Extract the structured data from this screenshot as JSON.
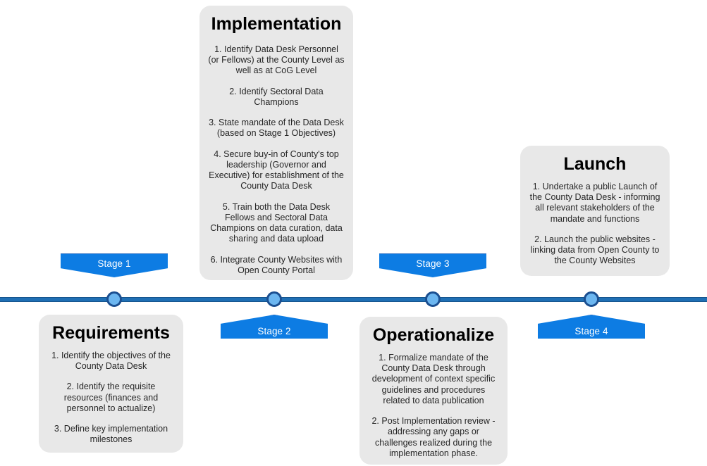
{
  "diagram": {
    "type": "roadmap-timeline",
    "orientation": "horizontal",
    "colors": {
      "axis": "#1f6fb4",
      "banner": "#0d7ce3",
      "banner_text": "#ffffff",
      "node_fill": "#6cb6f0",
      "node_ring": "#1b4f91",
      "card_bg": "#e8e8e8",
      "card_text": "#262626",
      "page_bg": "#ffffff"
    },
    "stages": [
      {
        "id": "stage-1",
        "banner_label": "Stage 1",
        "banner_position": "above",
        "card_position": "below",
        "card_title": "Requirements",
        "card_items": [
          "1. Identify the objectives of the County Data Desk",
          "2. Identify the requisite resources (finances and personnel to actualize)",
          "3. Define key implementation milestones"
        ]
      },
      {
        "id": "stage-2",
        "banner_label": "Stage 2",
        "banner_position": "below",
        "card_position": "above",
        "card_title": "Implementation",
        "card_items": [
          "1. Identify Data Desk Personnel (or Fellows) at the County Level as well as at CoG Level",
          "2. Identify Sectoral Data Champions",
          "3. State mandate of the Data Desk (based on Stage 1 Objectives)",
          "4. Secure buy-in of County's top leadership (Governor and Executive) for establishment of the County Data Desk",
          "5. Train both the Data Desk Fellows and Sectoral Data Champions on data curation, data sharing and data upload",
          "6. Integrate County Websites with Open County Portal"
        ]
      },
      {
        "id": "stage-3",
        "banner_label": "Stage 3",
        "banner_position": "above",
        "card_position": "below",
        "card_title": "Operationalize",
        "card_items": [
          "1. Formalize mandate of the County Data Desk through development of context specific guidelines and procedures related to data publication",
          "2. Post Implementation review - addressing any gaps or challenges realized during the implementation phase."
        ]
      },
      {
        "id": "stage-4",
        "banner_label": "Stage 4",
        "banner_position": "below",
        "card_position": "above",
        "card_title": "Launch",
        "card_items": [
          "1. Undertake a public Launch of the County Data Desk - informing all relevant stakeholders of the mandate and functions",
          "2. Launch the public websites - linking data from Open County to the County Websites"
        ]
      }
    ]
  }
}
